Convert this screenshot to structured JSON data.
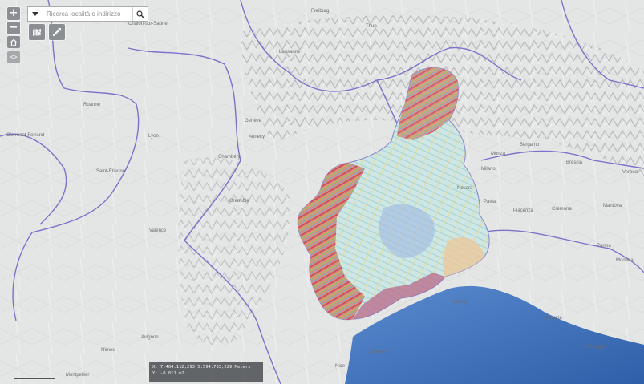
{
  "map": {
    "place_labels": [
      {
        "name": "Chalon-sur-Saône"
      },
      {
        "name": "Freiburg"
      },
      {
        "name": "Thun"
      },
      {
        "name": "Lausanne"
      },
      {
        "name": "Roanne"
      },
      {
        "name": "Lyon"
      },
      {
        "name": "Genève"
      },
      {
        "name": "Annecy"
      },
      {
        "name": "Chambéry"
      },
      {
        "name": "Saint-Étienne"
      },
      {
        "name": "Grenoble"
      },
      {
        "name": "Valence"
      },
      {
        "name": "Clermont-Ferrand"
      },
      {
        "name": "Milano"
      },
      {
        "name": "Monza"
      },
      {
        "name": "Bergamo"
      },
      {
        "name": "Brescia"
      },
      {
        "name": "Verona"
      },
      {
        "name": "Novara"
      },
      {
        "name": "Pavia"
      },
      {
        "name": "Piacenza"
      },
      {
        "name": "Cremona"
      },
      {
        "name": "Mantova"
      },
      {
        "name": "Parma"
      },
      {
        "name": "Modena"
      },
      {
        "name": "Genova"
      },
      {
        "name": "La Spezia"
      },
      {
        "name": "Viareggio"
      },
      {
        "name": "Nîmes"
      },
      {
        "name": "Avignon"
      },
      {
        "name": "Montpellier"
      },
      {
        "name": "Nice"
      },
      {
        "name": "Sanremo"
      }
    ]
  },
  "search": {
    "placeholder": "Ricerca località o indirizzo"
  },
  "zoom": {
    "in_label": "+",
    "out_label": "−"
  },
  "coordinates": {
    "line1": "X: 7.464.112,293 5.594.783,229 Meters",
    "line2": "Y: -0.811 m2"
  },
  "colors": {
    "sea": "#3f72b8",
    "land": "#e4e5e5",
    "border": "#7a73c9",
    "region_base": "#cfe7e4"
  },
  "icons": {
    "search": "magnifier-icon",
    "tool1": "map-print-icon",
    "tool2": "measure-icon",
    "home": "home-icon"
  }
}
